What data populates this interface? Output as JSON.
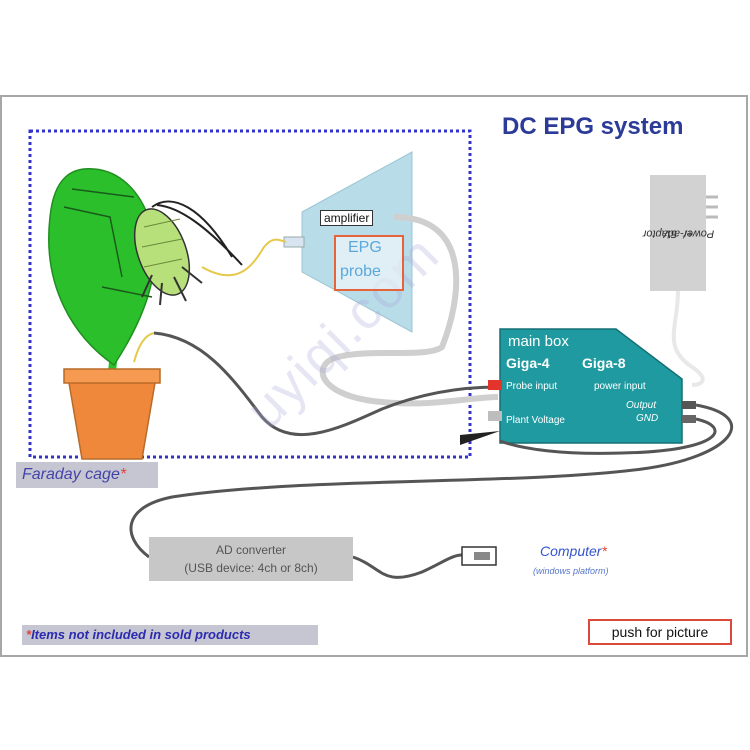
{
  "title": "DC EPG system",
  "faraday_cage": {
    "label": "Faraday cage",
    "marker": "*"
  },
  "amplifier": {
    "label": "amplifier"
  },
  "epg_probe": {
    "line1": "EPG",
    "line2": "probe"
  },
  "power_adaptor": {
    "voltage": "+/- 5V",
    "label": "Power adaptor"
  },
  "main_box": {
    "title": "main box",
    "model_a": "Giga-4",
    "model_b": "Giga-8",
    "probe_input": "Probe input",
    "power_input": "power input",
    "output": "Output",
    "plant_voltage": "Plant Voltage",
    "gnd": "GND"
  },
  "ad_converter": {
    "line1": "AD converter",
    "line2": "(USB device: 4ch or 8ch)"
  },
  "computer": {
    "label": "Computer",
    "marker": "*",
    "sub": "(windows platform)"
  },
  "footnote": {
    "marker": "*",
    "text": "Items not included in sold products"
  },
  "push_button": {
    "label": "push for picture"
  },
  "watermark": "uyiqi.com",
  "colors": {
    "title": "#2b3b97",
    "cage_dots": "#3333cc",
    "leaf": "#2bc02b",
    "pot": "#f0883c",
    "probe_cone": "#b8dce8",
    "main_box": "#1f9aa0",
    "cable": "#555555",
    "button_border": "#d94a3a"
  }
}
